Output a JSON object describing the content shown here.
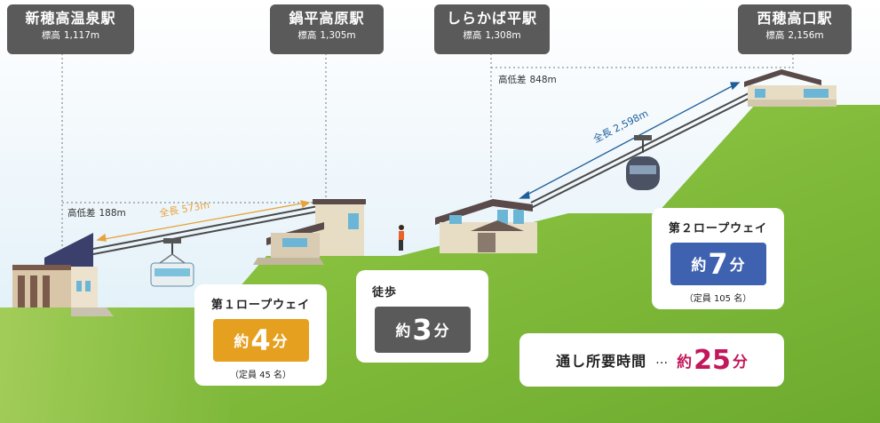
{
  "stations": [
    {
      "name": "新穂高温泉駅",
      "elev_label": "標高",
      "elev_value": "1,117m"
    },
    {
      "name": "鍋平高原駅",
      "elev_label": "標高",
      "elev_value": "1,305m"
    },
    {
      "name": "しらかば平駅",
      "elev_label": "標高",
      "elev_value": "1,308m"
    },
    {
      "name": "西穂高口駅",
      "elev_label": "標高",
      "elev_value": "2,156m"
    }
  ],
  "height_diffs": [
    {
      "label": "高低差",
      "value": "188m"
    },
    {
      "label": "高低差",
      "value": "848m"
    }
  ],
  "cable_lengths": [
    {
      "text": "全長 573m",
      "color": "#e8a33c"
    },
    {
      "text": "全長 2,598m",
      "color": "#1f5f9a"
    }
  ],
  "ropeway1": {
    "title": "第１ロープウェイ",
    "prefix": "約",
    "number": "4",
    "unit": "分",
    "capacity": "（定員 45 名）",
    "color": "#e6a020"
  },
  "walk": {
    "title": "徒歩",
    "prefix": "約",
    "number": "3",
    "unit": "分",
    "color": "#5a5a5a"
  },
  "ropeway2": {
    "title": "第２ロープウェイ",
    "prefix": "約",
    "number": "7",
    "unit": "分",
    "capacity": "（定員 105 名）",
    "color": "#3f62b0"
  },
  "total": {
    "label": "通し所要時間",
    "dots": "…",
    "prefix": "約",
    "number": "25",
    "unit": "分",
    "color": "#c2185b"
  },
  "colors": {
    "hill": "#8cc63f",
    "hill_dark": "#6ea830",
    "ground": "#7dbb35",
    "sky": "#ffffff",
    "station_box": "#5a5a5a"
  }
}
